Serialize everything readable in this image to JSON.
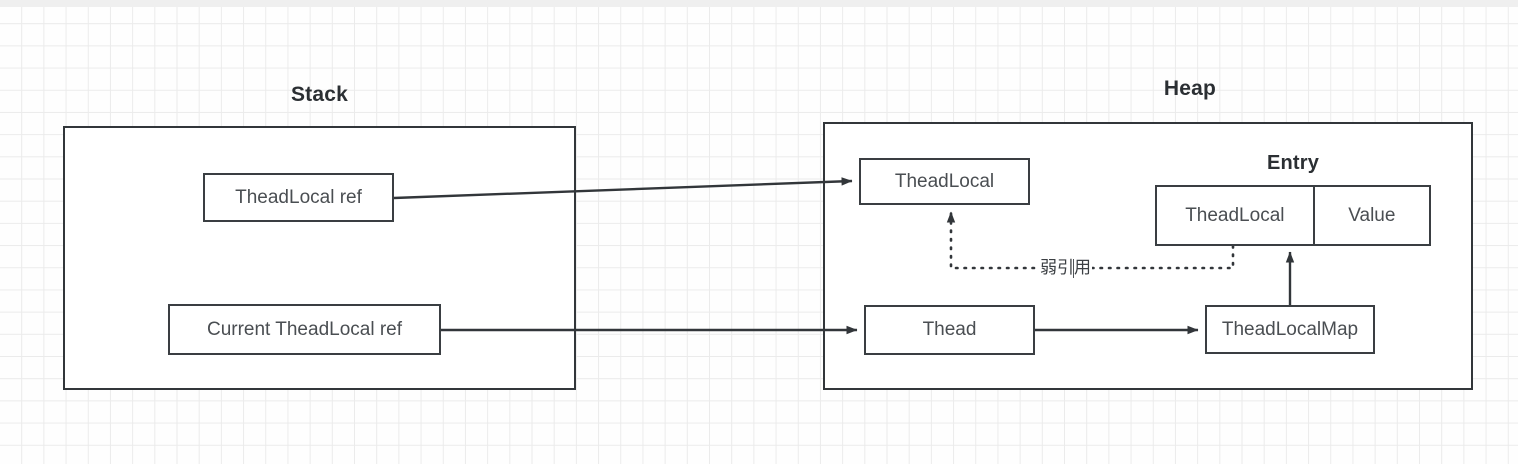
{
  "diagram": {
    "title_stack": "Stack",
    "title_heap": "Heap",
    "title_entry": "Entry",
    "regions": [
      {
        "name": "stack",
        "label": "Stack"
      },
      {
        "name": "heap",
        "label": "Heap"
      }
    ],
    "nodes": {
      "threadlocal_ref": "TheadLocal ref",
      "current_threadlocal_ref": "Current TheadLocal ref",
      "threadlocal": "TheadLocal",
      "thead": "Thead",
      "threadlocalmap": "TheadLocalMap",
      "entry_key": "TheadLocal",
      "entry_value": "Value"
    },
    "edges": [
      {
        "name": "ref-to-threadlocal",
        "from": "TheadLocal ref",
        "to": "TheadLocal",
        "style": "solid",
        "label": ""
      },
      {
        "name": "current-ref-to-thead",
        "from": "Current TheadLocal ref",
        "to": "Thead",
        "style": "solid",
        "label": ""
      },
      {
        "name": "thead-to-map",
        "from": "Thead",
        "to": "TheadLocalMap",
        "style": "solid",
        "label": ""
      },
      {
        "name": "map-to-entry",
        "from": "TheadLocalMap",
        "to": "Entry",
        "style": "solid",
        "label": ""
      },
      {
        "name": "entry-key-to-threadlocal",
        "from": "Entry.TheadLocal",
        "to": "TheadLocal",
        "style": "dotted",
        "label": "弱引用"
      }
    ],
    "weak_reference_label": "弱引用",
    "colors": {
      "stroke": "#3a3e42",
      "text": "#4a4e52",
      "title": "#2b2f33",
      "grid": "#ebebeb",
      "background": "#fefefe"
    }
  }
}
